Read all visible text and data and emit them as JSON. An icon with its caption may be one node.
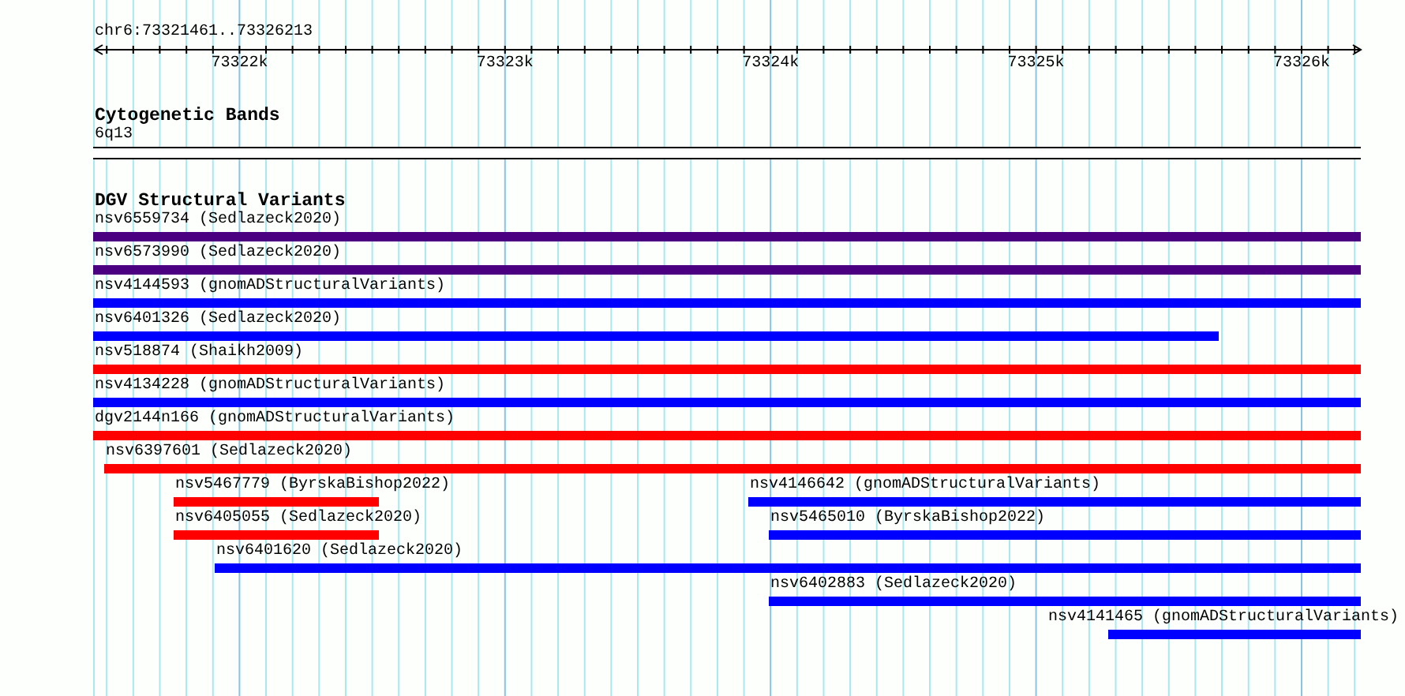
{
  "diagram": {
    "nodes": [
      {
        "text": [
          "6q13"
        ]
      },
      {
        "text": [
          "nsv6559734 (Sedlazeck2020)"
        ]
      },
      {
        "text": [
          "nsv6573990 (Sedlazeck2020)"
        ]
      },
      {
        "text": [
          "nsv4144593 (gnomADStructuralVariants)"
        ]
      },
      {
        "text": [
          "nsv6401326 (Sedlazeck2020)"
        ]
      },
      {
        "text": [
          "nsv518874 (Shaikh2009)"
        ]
      },
      {
        "text": [
          "nsv4134228 (gnomADStructuralVariants)"
        ]
      },
      {
        "text": [
          "dgv2144n166 (gnomADStructuralVariants)"
        ]
      },
      {
        "text": [
          "nsv6397601 (Sedlazeck2020)"
        ]
      },
      {
        "text": [
          "nsv5467779 (ByrskaBishop2022)"
        ]
      },
      {
        "text": [
          "nsv4146642 (gnomADStructuralVariants)"
        ]
      },
      {
        "text": [
          "nsv6405055 (Sedlazeck2020)"
        ]
      },
      {
        "text": [
          "nsv5465010 (ByrskaBishop2022)"
        ]
      },
      {
        "text": [
          "nsv6401620 (Sedlazeck2020)"
        ]
      },
      {
        "text": [
          "nsv6402883 (Sedlazeck2020)"
        ]
      },
      {
        "text": [
          "nsv4141465 (gnomADStructuralVariants)"
        ]
      }
    ],
    "labels": [
      "chr6:73321461..73326213",
      "73322k",
      "73323k",
      "73324k",
      "73325k",
      "73326k",
      "Cytogenetic Bands",
      "DGV Structural Variants"
    ]
  }
}
